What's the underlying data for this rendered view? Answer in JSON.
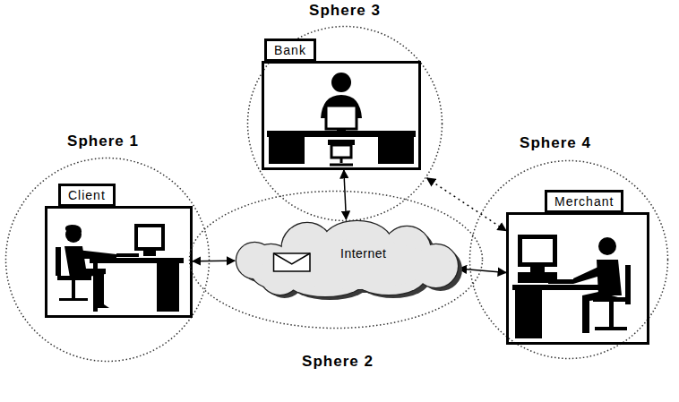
{
  "diagram": {
    "nodes": [
      {
        "text": [
          "Sphere 1"
        ]
      },
      {
        "text": [
          "Client"
        ],
        "in": 0
      },
      {
        "text": [
          "Sphere 2"
        ]
      },
      {
        "text": [
          "Internet"
        ],
        "in": 2
      },
      {
        "text": [
          "Sphere 3"
        ]
      },
      {
        "text": [
          "Bank"
        ],
        "in": 4
      },
      {
        "text": [
          "Sphere 4"
        ]
      },
      {
        "text": [
          "Merchant"
        ],
        "in": 6
      }
    ],
    "edges": [
      {
        "from": 1,
        "to": 3,
        "arrow": "both"
      },
      {
        "from": 5,
        "to": 3,
        "arrow": "both"
      },
      {
        "from": 3,
        "to": 7,
        "arrow": "both"
      },
      {
        "from": 4,
        "to": 7,
        "arrow": "both"
      }
    ]
  }
}
